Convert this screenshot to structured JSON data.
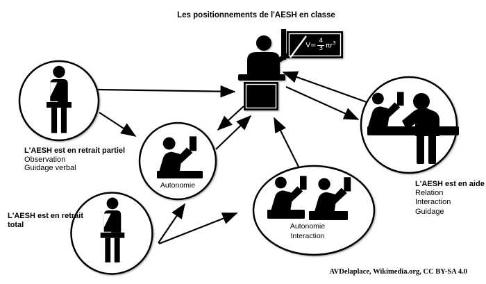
{
  "title": "Les positionnements de l'AESH en classe",
  "colors": {
    "ink": "#000000",
    "background": "#ffffff",
    "chalk": "#ffffff"
  },
  "teacher": {
    "icon": "teacher-at-blackboard-icon",
    "blackboard_formula": {
      "lhs": "V=",
      "numerator": "4",
      "denominator": "3",
      "rhs": "πr",
      "exponent": "3"
    }
  },
  "nodes": {
    "retrait_partiel": {
      "icon": "person-standing-icon",
      "title": "L'AESH est en retrait partiel",
      "lines": [
        "Observation",
        "Guidage verbal"
      ]
    },
    "retrait_total": {
      "icon": "person-standing-icon",
      "title": "L'AESH est en retrait total"
    },
    "autonomie": {
      "icon": "student-at-desk-icon",
      "label": "Autonomie"
    },
    "autonomie_interaction": {
      "icon": "two-students-at-desk-icon",
      "labels": [
        "Autonomie",
        "Interaction"
      ]
    },
    "aide": {
      "icon": "student-with-aesh-helping-icon",
      "title": "L'AESH est en aide",
      "lines": [
        "Relation",
        "Interaction",
        "Guidage"
      ]
    }
  },
  "attribution": "AVDelaplace, Wikimedia.org, CC BY-SA 4.0"
}
